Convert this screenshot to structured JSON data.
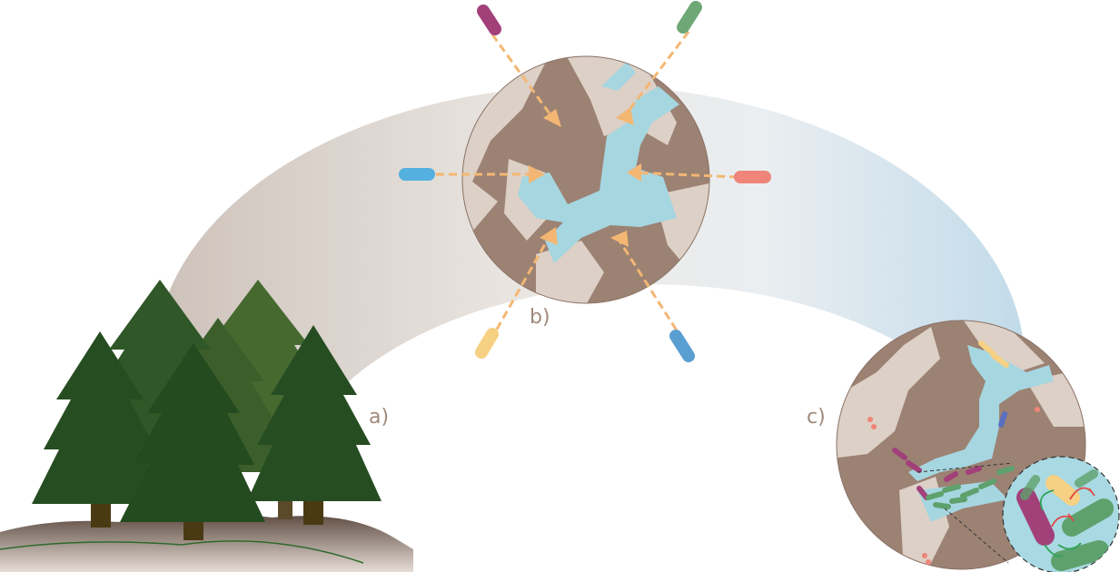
{
  "panels": {
    "a": {
      "label": "a)"
    },
    "b": {
      "label": "b)"
    },
    "c": {
      "label": "c)"
    }
  },
  "colors": {
    "soil_dark": "#9c8273",
    "soil_light": "#ddd0c6",
    "water": "#a6d6e0",
    "arrow": "#f3b773",
    "tree_dark": "#264d22",
    "tree_mid": "#45692f",
    "trunk": "#4a3a14",
    "arc_left": "#cec3bb",
    "arc_right": "#c4dcea",
    "microbe_magenta": "#a2407a",
    "microbe_green": "#5fa16d",
    "microbe_blue": "#5a9fd2",
    "microbe_salmon": "#ee8578",
    "microbe_yellow": "#f6d083",
    "microbe_sky": "#54b0de",
    "interaction_red": "#e04747",
    "interaction_green": "#31a45a"
  },
  "icons": {
    "forest": "conifer-forest-icon",
    "soil_aggregate": "soil-pore-icon",
    "microbe": "bacterium-icon"
  }
}
